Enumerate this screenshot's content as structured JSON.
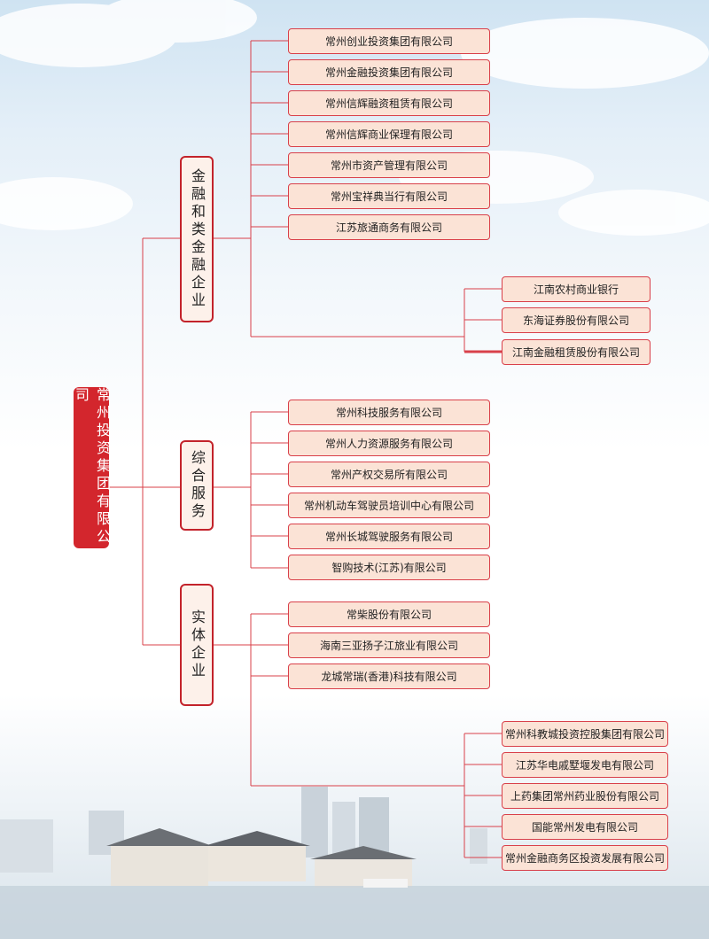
{
  "root": {
    "label": "常州投资集团有限公司"
  },
  "categories": [
    {
      "label": "金融和类金融企业",
      "companies": [
        "常州创业投资集团有限公司",
        "常州金融投资集团有限公司",
        "常州信辉融资租赁有限公司",
        "常州信辉商业保理有限公司",
        "常州市资产管理有限公司",
        "常州宝祥典当行有限公司",
        "江苏旅通商务有限公司"
      ],
      "holdings": [
        "江南农村商业银行",
        "东海证券股份有限公司",
        "江南金融租赁股份有限公司"
      ]
    },
    {
      "label": "综合服务",
      "companies": [
        "常州科技服务有限公司",
        "常州人力资源服务有限公司",
        "常州产权交易所有限公司",
        "常州机动车驾驶员培训中心有限公司",
        "常州长城驾驶服务有限公司",
        "智购技术(江苏)有限公司"
      ]
    },
    {
      "label": "实体企业",
      "companies": [
        "常柴股份有限公司",
        "海南三亚扬子江旅业有限公司",
        "龙城常瑞(香港)科技有限公司"
      ],
      "holdings": [
        "常州科教城投资控股集团有限公司",
        "江苏华电戚墅堰发电有限公司",
        "上药集团常州药业股份有限公司",
        "国能常州发电有限公司",
        "常州金融商务区投资发展有限公司"
      ]
    }
  ],
  "colors": {
    "line": "#d9404a",
    "root_fill": "#d3262d",
    "box_fill": "#fbe3d6"
  }
}
